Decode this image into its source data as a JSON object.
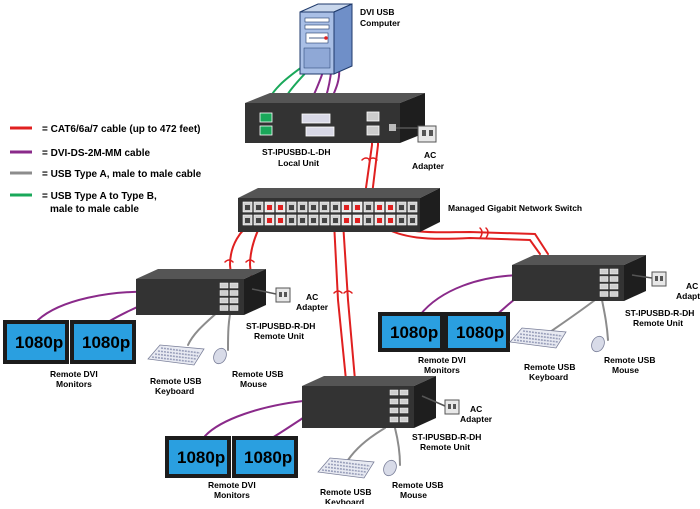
{
  "colors": {
    "cat6": "#e02020",
    "dvi": "#8a2a8a",
    "usb_a": "#8c8c8c",
    "usb_ab": "#1aa85a",
    "device_dark": "#333333",
    "monitor_screen": "#2a9fe0"
  },
  "legend": [
    {
      "color_key": "cat6",
      "text": "=  CAT6/6a/7 cable (up to 472 feet)"
    },
    {
      "color_key": "dvi",
      "text": " = DVI-DS-2M-MM cable"
    },
    {
      "color_key": "usb_a",
      "text": "= USB Type A, male to male cable"
    },
    {
      "color_key": "usb_ab",
      "text": "= USB Type A to Type B,",
      "text2": "male to male cable"
    }
  ],
  "computer": {
    "line1": "DVI USB",
    "line2": "Computer"
  },
  "local_unit": {
    "line1": "ST-IPUSBD-L-DH",
    "line2": "Local Unit"
  },
  "switch": {
    "label": "Managed Gigabit Network Switch"
  },
  "remotes": [
    {
      "unit_line1": "ST-IPUSBD-R-DH",
      "unit_line2": "Remote Unit",
      "ac_line1": "AC",
      "ac_line2": "Adapter",
      "monitors_line1": "Remote DVI",
      "monitors_line2": "Monitors",
      "keyboard_line1": "Remote USB",
      "keyboard_line2": "Keyboard",
      "mouse_line1": "Remote USB",
      "mouse_line2": "Mouse",
      "monitor_label": "1080p"
    },
    {
      "unit_line1": "ST-IPUSBD-R-DH",
      "unit_line2": "Remote Unit",
      "ac_line1": "AC",
      "ac_line2": "Adapter",
      "monitors_line1": "Remote DVI",
      "monitors_line2": "Monitors",
      "keyboard_line1": "Remote USB",
      "keyboard_line2": "Keyboard",
      "mouse_line1": "Remote USB",
      "mouse_line2": "Mouse",
      "monitor_label": "1080p"
    },
    {
      "unit_line1": "ST-IPUSBD-R-DH",
      "unit_line2": "Remote Unit",
      "ac_line1": "AC",
      "ac_line2": "Adapter",
      "monitors_line1": "Remote DVI",
      "monitors_line2": "Monitors",
      "keyboard_line1": "Remote USB",
      "keyboard_line2": "Keyboard",
      "mouse_line1": "Remote USB",
      "mouse_line2": "Mouse",
      "monitor_label": "1080p"
    }
  ],
  "local_ac": {
    "line1": "AC",
    "line2": "Adapter"
  }
}
